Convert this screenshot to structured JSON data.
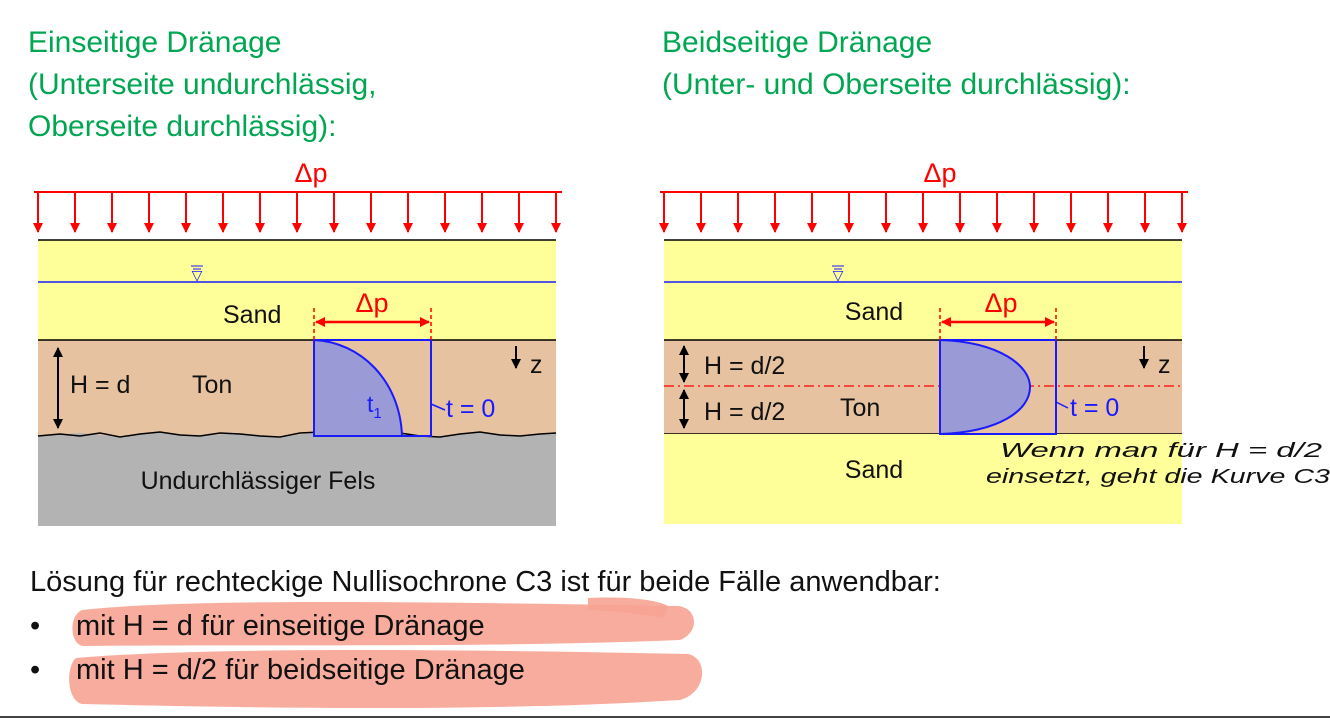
{
  "left_panel": {
    "title_lines": [
      "Einseitige Dränage",
      "(Unterseite undurchlässig,",
      "Oberseite durchlässig):"
    ],
    "load_label": "Δp",
    "top_layer_label": "Sand",
    "clay_label": "Ton",
    "height_label": "H = d",
    "bedrock_label": "Undurchlässiger Fels",
    "dp_label": "Δp",
    "z_label": "z",
    "t1_label": "t",
    "t1_sub": "1",
    "t0_label": "t = 0",
    "water_symbol": "▽"
  },
  "right_panel": {
    "title_lines": [
      "Beidseitige Dränage",
      "(Unter- und Oberseite durchlässig):"
    ],
    "load_label": "Δp",
    "top_layer_label": "Sand",
    "clay_label": "Ton",
    "bottom_layer_label": "Sand",
    "height_upper_label": "H = d/2",
    "height_lower_label": "H = d/2",
    "dp_label": "Δp",
    "z_label": "z",
    "t0_label": "t = 0",
    "water_symbol": "▽"
  },
  "handwritten_note": [
    "Wenn man für H = d/2",
    "einsetzt, geht die Kurve C3"
  ],
  "footer": {
    "main_line": "Lösung für rechteckige Nullisochrone C3 ist für beide Fälle anwendbar:",
    "bullet_char": "•",
    "bullets": [
      "mit H = d für einseitige Dränage",
      "mit H = d/2 für beidseitige Dränage"
    ]
  },
  "colors": {
    "heading_green": "#00a651",
    "sand_yellow": "#ffff99",
    "clay_tan": "#e6c2a0",
    "rock_gray": "#b3b3b3",
    "load_red": "#ff0000",
    "isochrone_blue": "#1a1aff",
    "isochrone_fill": "#9a9ad6",
    "highlight_salmon": "#f7a394"
  }
}
